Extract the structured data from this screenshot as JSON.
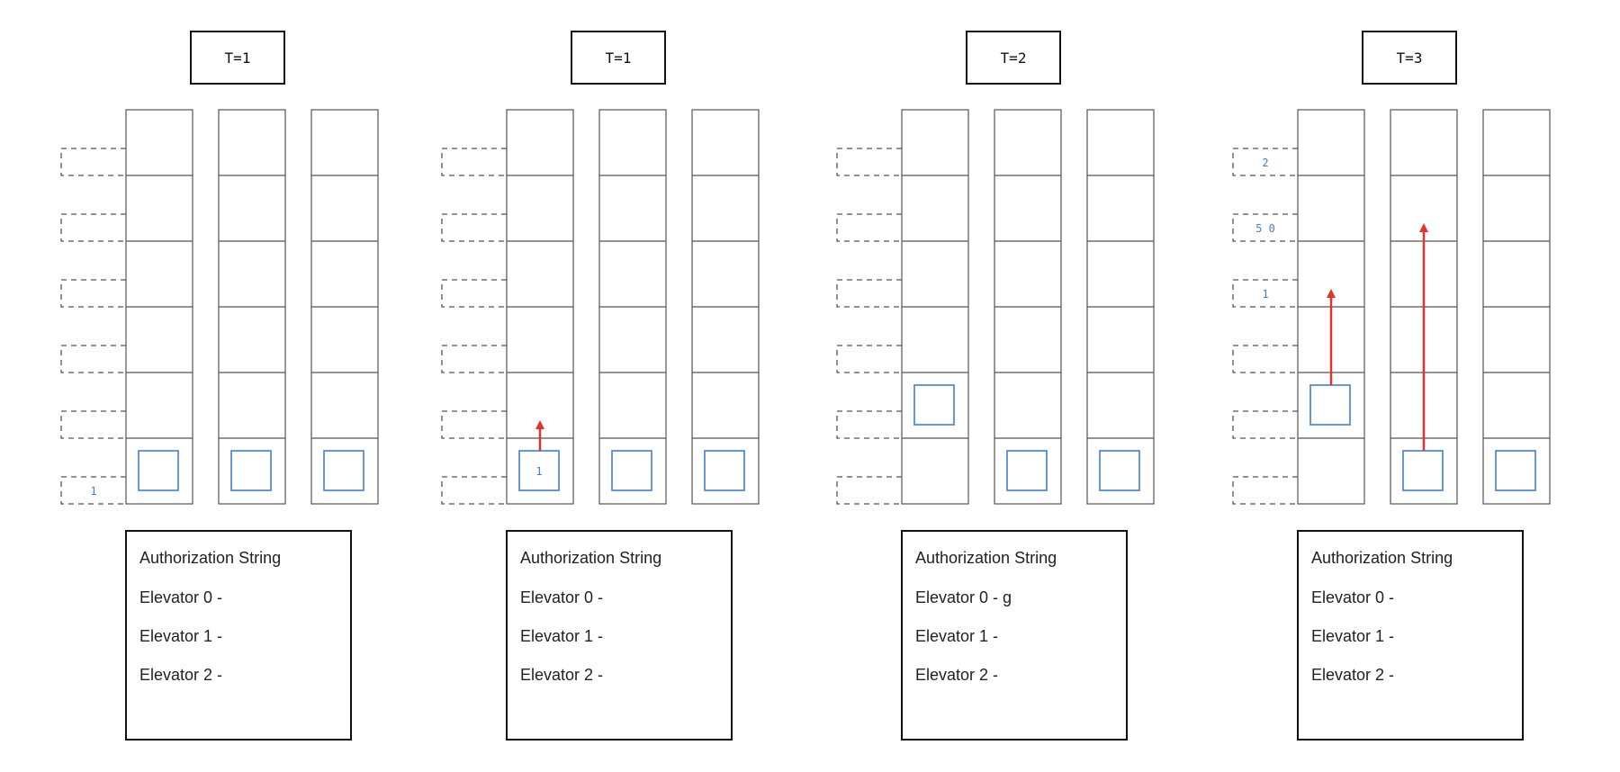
{
  "colors": {
    "stroke": "#555555",
    "ink": "#111111",
    "car": "#3f7fd6",
    "arrow": "#e0352b"
  },
  "panels": [
    {
      "time_label": "T=1",
      "floor_requests": {
        "0": "1"
      },
      "cars": [
        {
          "floor": 0
        },
        {
          "floor": 0
        },
        {
          "floor": 0
        }
      ],
      "car_labels": {},
      "arrows": [],
      "auth": {
        "title": "Authorization String",
        "lines": [
          "Elevator 0 -",
          "Elevator 1 -",
          "Elevator 2 -"
        ]
      }
    },
    {
      "time_label": "T=1",
      "floor_requests": {},
      "cars": [
        {
          "floor": 0
        },
        {
          "floor": 0
        },
        {
          "floor": 0
        }
      ],
      "car_labels": {
        "0": "1"
      },
      "arrows": [
        {
          "shaft": 0,
          "from_floor": 0,
          "to_floor": 1
        }
      ],
      "auth": {
        "title": "Authorization String",
        "lines": [
          "Elevator 0 -",
          "Elevator 1 -",
          "Elevator 2 -"
        ]
      }
    },
    {
      "time_label": "T=2",
      "floor_requests": {},
      "cars": [
        {
          "floor": 1
        },
        {
          "floor": 0
        },
        {
          "floor": 0
        }
      ],
      "car_labels": {},
      "arrows": [],
      "auth": {
        "title": "Authorization String",
        "lines": [
          "Elevator 0 - g",
          "Elevator 1 -",
          "Elevator 2 -"
        ]
      }
    },
    {
      "time_label": "T=3",
      "floor_requests": {
        "5": "2",
        "4": "5 0",
        "3": "1"
      },
      "cars": [
        {
          "floor": 1
        },
        {
          "floor": 0
        },
        {
          "floor": 0
        }
      ],
      "car_labels": {},
      "arrows": [
        {
          "shaft": 0,
          "from_floor": 1,
          "to_floor": 3
        },
        {
          "shaft": 1,
          "from_floor": 0,
          "to_floor": 4
        }
      ],
      "auth": {
        "title": "Authorization String",
        "lines": [
          "Elevator 0 -",
          "Elevator 1 -",
          "Elevator 2 -"
        ]
      }
    }
  ]
}
